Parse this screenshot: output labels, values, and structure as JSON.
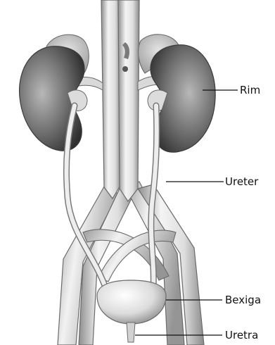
{
  "labels": {
    "kidney": "Rim",
    "ureter": "Ureter",
    "bladder": "Bexiga",
    "urethra": "Uretra"
  },
  "colors": {
    "vessel_light": "#f2f2f2",
    "vessel_mid": "#cfcfcf",
    "vessel_dark": "#8e8e8e",
    "kidney_light": "#b5b5b5",
    "kidney_dark": "#3c3c3c",
    "adrenal": "#c9c9c9",
    "outline": "#6a6a6a"
  }
}
